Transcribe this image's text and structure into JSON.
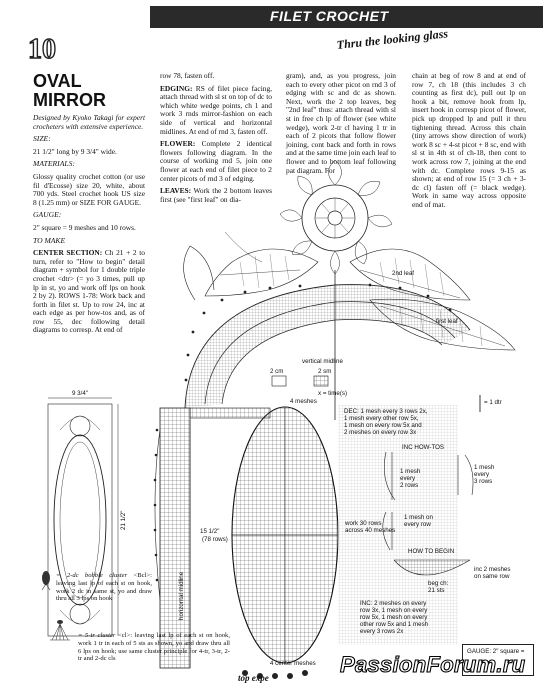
{
  "header": {
    "section": "FILET CROCHET",
    "tagline": "Thru the looking glass"
  },
  "pattern": {
    "number": "10",
    "title_line1": "OVAL",
    "title_line2": "MIRROR",
    "designer": "Designed by Kyoko Takagi for expert crocheters with extensive experience."
  },
  "left_column": {
    "size_heading": "SIZE:",
    "size": "21 1/2\" long by 9 3/4\" wide.",
    "materials_heading": "MATERIALS:",
    "materials": "Glossy quality crochet cotton (or use fil d'Ecosse) size 20, white, about 700 yds. Steel crochet hook US size 8 (1.25 mm) or SIZE FOR GAUGE.",
    "gauge_heading": "GAUGE:",
    "gauge": "2\" square = 9 meshes and 10 rows.",
    "make_heading": "TO MAKE",
    "center_label": "CENTER SECTION:",
    "center_text": "Ch 21 + 2 to turn, refer to \"How to begin\" detail diagram + symbol for 1 double triple crochet <dtr> (= yo 3 times, pull up lp in st, yo and work off lps on hook 2 by 2). ROWS 1-78: Work back and forth in filet st. Up to row 24, inc at each edge as per how-tos and, as of row 55, dec following detail diagrams to corresp. At end of"
  },
  "col2": {
    "text1": "row 78, fasten off.",
    "edging_label": "EDGING:",
    "edging": "RS of filet piece facing, attach thread with sl st on top of dc to which white wedge points, ch 1 and work 3 rnds mirror-fashion on each side of vertical and horizontal midlines. At end of rnd 3, fasten off.",
    "flower_label": "FLOWER:",
    "flower": "Complete 2 identical flowers following diagram. In the course of working rnd 5, join one flower at each end of filet piece to 2 center picots of rnd 3 of edging.",
    "leaves_label": "LEAVES:",
    "leaves": "Work the 2 bottom leaves first (see \"first leaf\" on dia-"
  },
  "col3": {
    "text": "gram), and, as you progress, join each to every other picot on rnd 3 of edging with sc and dc as shown. Next, work the 2 top leaves, beg \"2nd leaf\" thus: attach thread with sl st in free ch lp of flower (see white wedge), work 2-tr cl having 1 tr in each of 2 picots that follow flower joining, cont back and forth in rows and at the same time join each leaf to flower and to bottom leaf following pat diagram. For"
  },
  "col4": {
    "text": "chain at beg of row 8 and at end of row 7, ch 18 (this includes 3 ch counting as first dc), pull out lp on hook a bit, remove hook from lp, insert hook in corresp picot of flower, pick up dropped lp and pull it thru tightening thread. Across this chain (tiny arrows show direction of work) work 8 sc + 4-st picot + 8 sc, end with sl st in 4th st of ch-18, then cont to work across row 7, joining at the end with dc. Complete rows 9-15 as shown; at end of row 15 (= 3 ch + 3-dc cl) fasten off (= black wedge). Work in same way across opposite end of mat."
  },
  "diagram": {
    "leaf2": "2nd leaf",
    "leaf1": "first leaf",
    "vertical_midline": "vertical midline",
    "horizontal_midline": "horizontal midline",
    "scale_2cm": "2 cm",
    "scale_2sm": "2 sm",
    "times_note": "x = time(s)",
    "one_dtr": "= 1 dtr",
    "meshes_top": "4 meshes",
    "meshes_bottom": "4 center meshes",
    "height_label": "15 1/2\"",
    "rows_label": "(78 rows)",
    "dec_note": "DEC: 1 mesh every 3 rows 2x,\n1 mesh every other row 5x,\n1 mesh on every row 5x and\n2 meshes on every row 3x",
    "inc_howtos": "INC HOW-TOS",
    "mesh_every_2rows": "1 mesh\nevery\n2 rows",
    "mesh_every_3rows": "1 mesh\nevery\n3 rows",
    "mesh_on_every_row": "1 mesh on\nevery row",
    "work_rows": "work 30 rows\nacross 40 meshes",
    "how_to_begin": "HOW TO BEGIN",
    "inc_2_meshes": "inc 2 meshes\non same row",
    "beg_ch": "beg ch:\n21 sts",
    "inc_note": "INC: 2 meshes on every\nrow 3x, 1 mesh on every\nrow 5x, 1 mesh on every\nother row 5x and 1 mesh\nevery 3 rows 2x",
    "mini_width": "9 3/4\"",
    "mini_height": "21 1/2\""
  },
  "symbols": {
    "bobble_label": "= 2-dc bobble cluster",
    "bobble_text": "<Bcl>: leaving last lp of each st on hook, work 2 dc in same st, yo and draw thru all 3 lps on hook",
    "cluster_label": "= 5-tr cluster",
    "cluster_text": "<cl>: leaving last lp of each st on hook, work 1 tr in each of 5 sts as shown, yo and draw thru all 6 lps on hook; use same cluster principle for 4-tr, 3-tr, 2-tr and 2-dc cls"
  },
  "footer": {
    "text": "top expe",
    "gauge_box": "GAUGE: 2\" square =",
    "watermark": "PassionForum.ru"
  }
}
